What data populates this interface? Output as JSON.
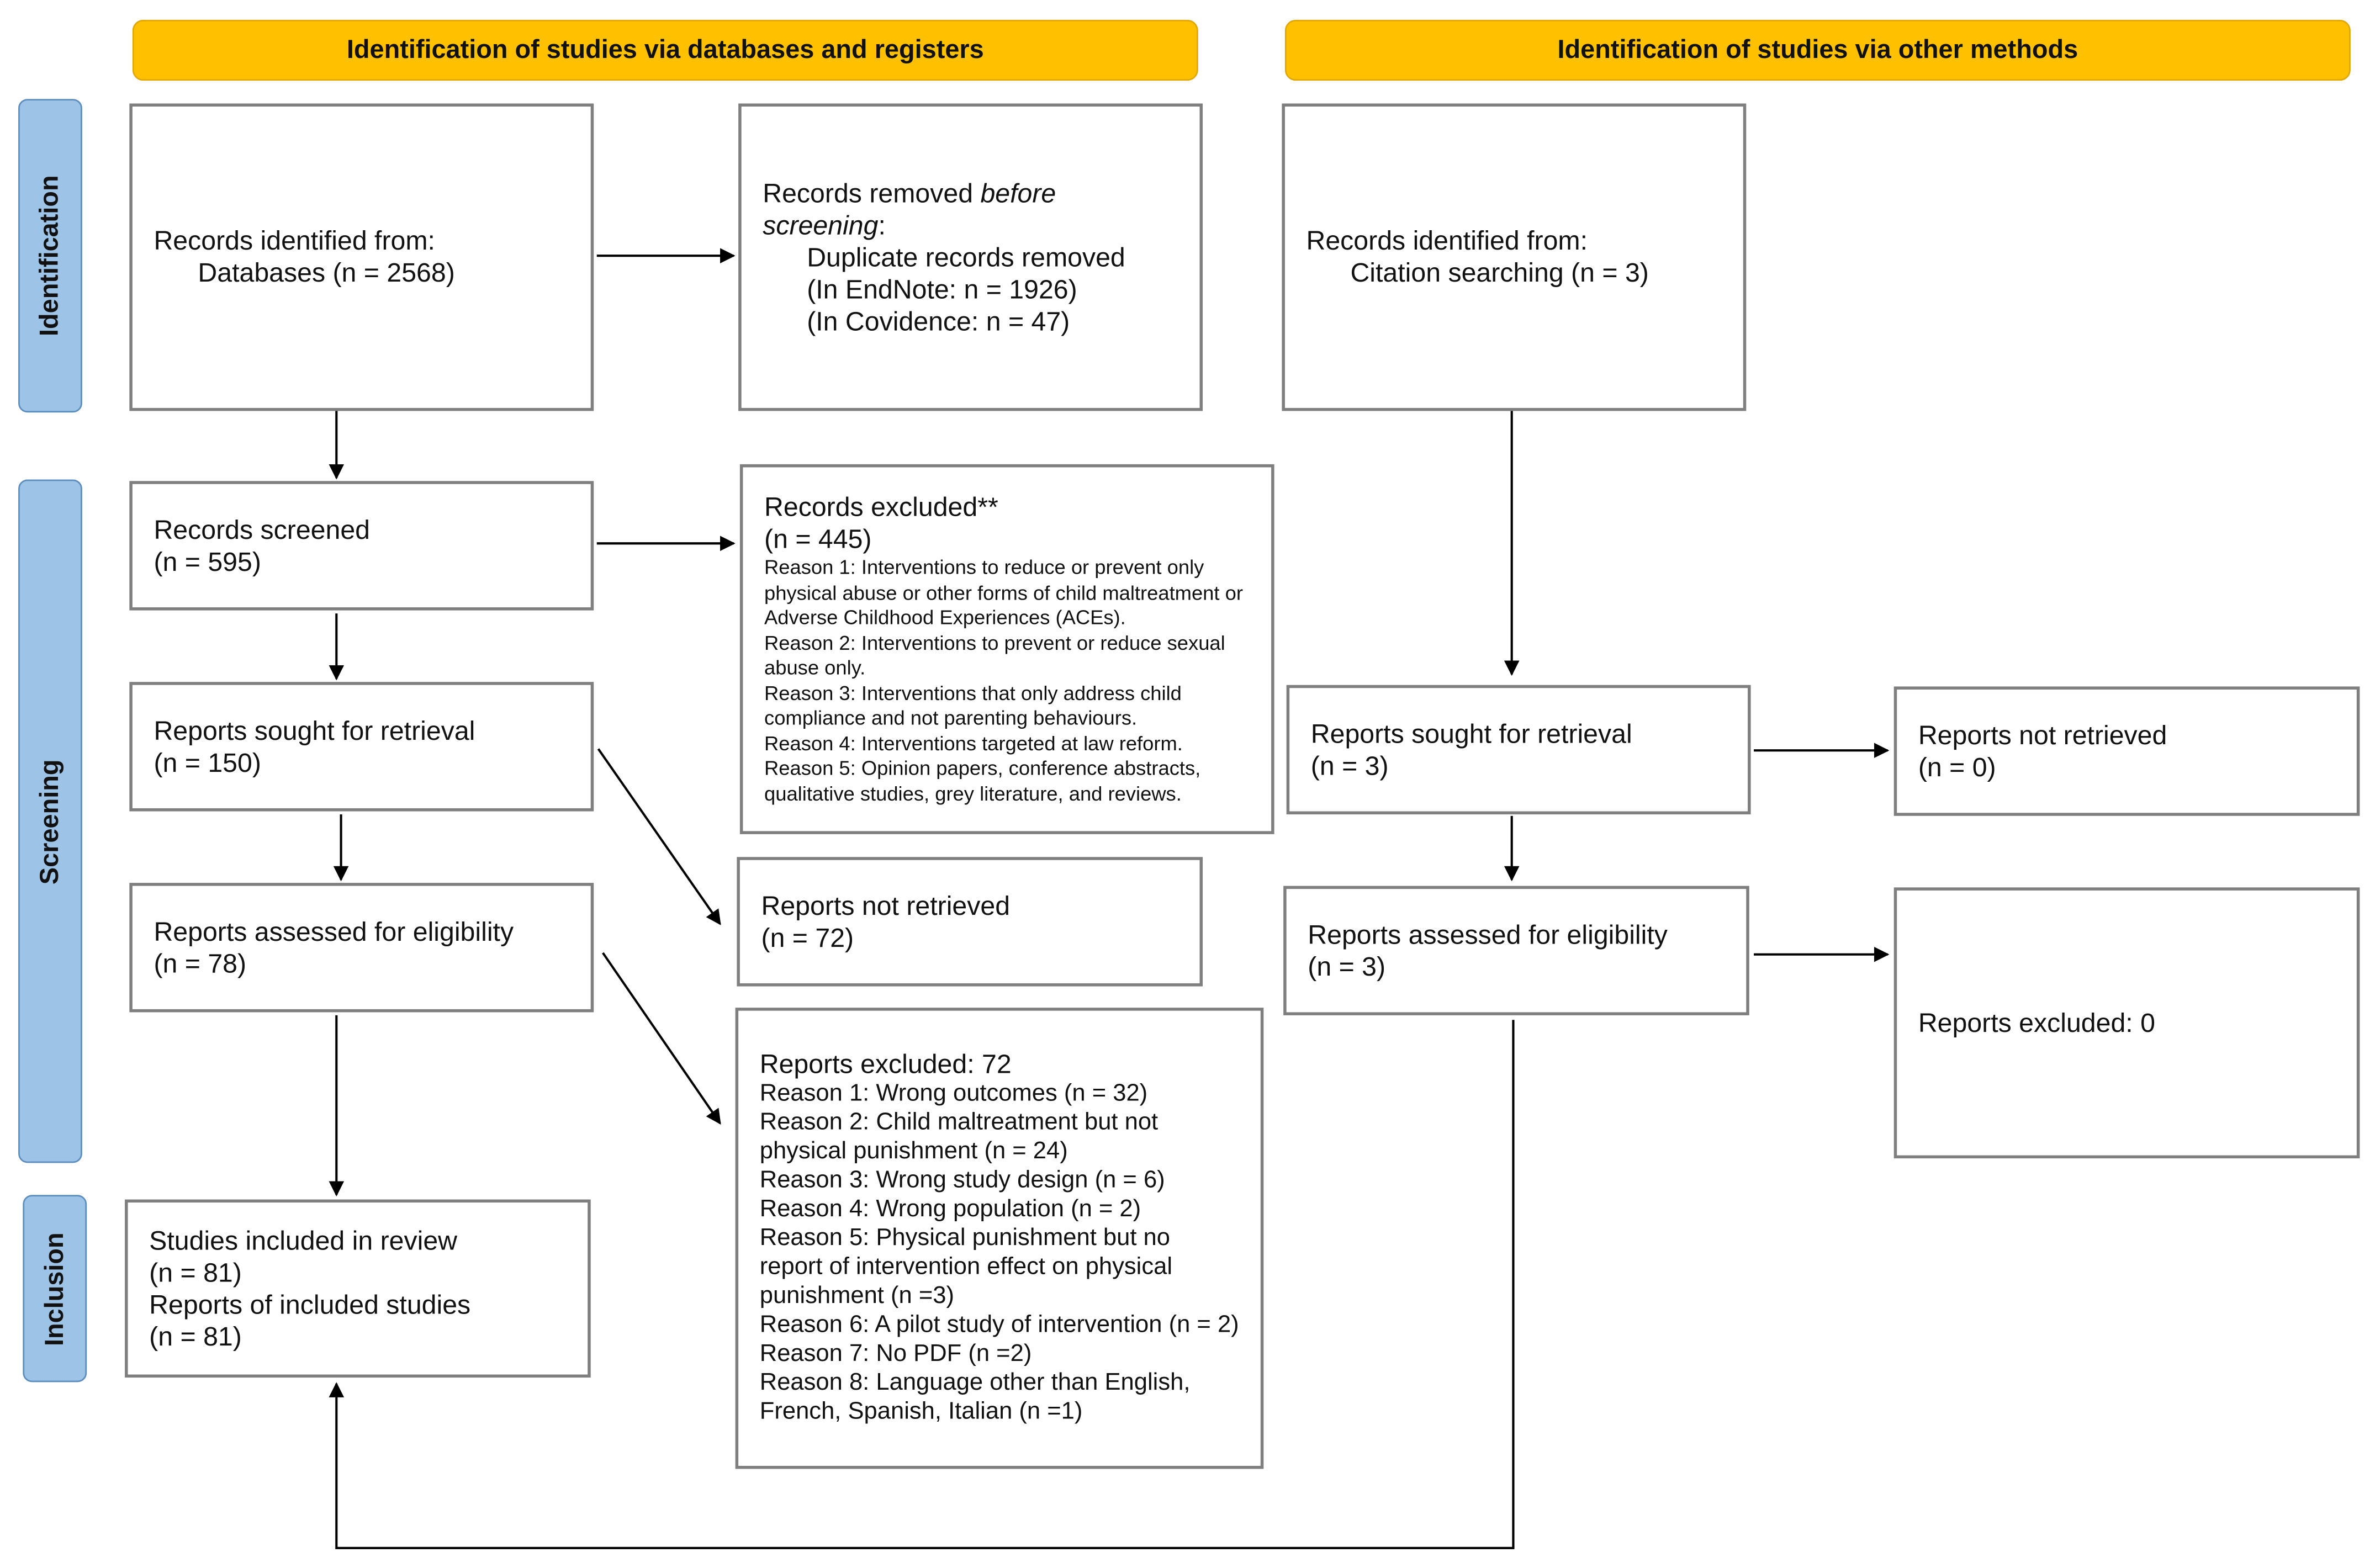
{
  "headers": {
    "databases": "Identification of studies via databases and registers",
    "other": "Identification of studies via other methods"
  },
  "phases": {
    "identification": "Identification",
    "screening": "Screening",
    "inclusion": "Inclusion"
  },
  "colors": {
    "header": "#FFC000",
    "phase": "#9DC3E6",
    "border": "#7F7F7F"
  },
  "db": {
    "identified": {
      "label": "Records identified from:",
      "detail": "Databases (n = 2568)"
    },
    "removed": {
      "label_pre": "Records removed ",
      "label_em": "before screening",
      "label_post": ":",
      "lines": [
        "Duplicate records removed",
        "(In EndNote: n = 1926)",
        "(In Covidence: n = 47)"
      ]
    },
    "screened": {
      "label": "Records screened",
      "n": "(n = 595)"
    },
    "excluded": {
      "label": "Records excluded**",
      "n": "(n = 445)",
      "reasons": [
        "Reason 1: Interventions to reduce or prevent only physical abuse or other forms of child maltreatment or Adverse Childhood Experiences (ACEs).",
        "Reason 2: Interventions to prevent or reduce sexual abuse only.",
        "Reason 3: Interventions that only address child compliance and not parenting behaviours.",
        "Reason 4: Interventions targeted at law reform.",
        "Reason 5: Opinion papers, conference abstracts, qualitative studies, grey literature, and reviews."
      ]
    },
    "sought": {
      "label": "Reports sought for retrieval",
      "n": "(n = 150)"
    },
    "not_retrieved": {
      "label": "Reports not retrieved",
      "n": "(n = 72)"
    },
    "assessed": {
      "label": "Reports assessed for eligibility",
      "n": "(n = 78)"
    },
    "reports_excluded": {
      "label": "Reports excluded: 72",
      "reasons": [
        "Reason 1: Wrong outcomes (n = 32)",
        "Reason 2: Child maltreatment but not physical punishment (n = 24)",
        "Reason 3: Wrong study design (n = 6)",
        "Reason 4: Wrong population (n = 2)",
        "Reason 5: Physical punishment but no report of intervention effect on physical punishment (n =3)",
        "Reason 6: A pilot study of intervention (n = 2)",
        "Reason 7: No PDF (n =2)",
        "Reason 8: Language other than English, French, Spanish, Italian (n =1)"
      ]
    },
    "included": {
      "studies": "Studies included in review",
      "studies_n": "(n = 81)",
      "reports": "Reports of included studies",
      "reports_n": "(n = 81)"
    }
  },
  "other": {
    "identified": {
      "label": "Records identified from:",
      "detail": "Citation searching (n = 3)"
    },
    "sought": {
      "label": "Reports sought for retrieval",
      "n": "(n = 3)"
    },
    "not_retrieved": {
      "label": "Reports not retrieved",
      "n": "(n = 0)"
    },
    "assessed": {
      "label": "Reports assessed for eligibility",
      "n": "(n = 3)"
    },
    "excluded": {
      "label": "Reports excluded: 0"
    }
  }
}
